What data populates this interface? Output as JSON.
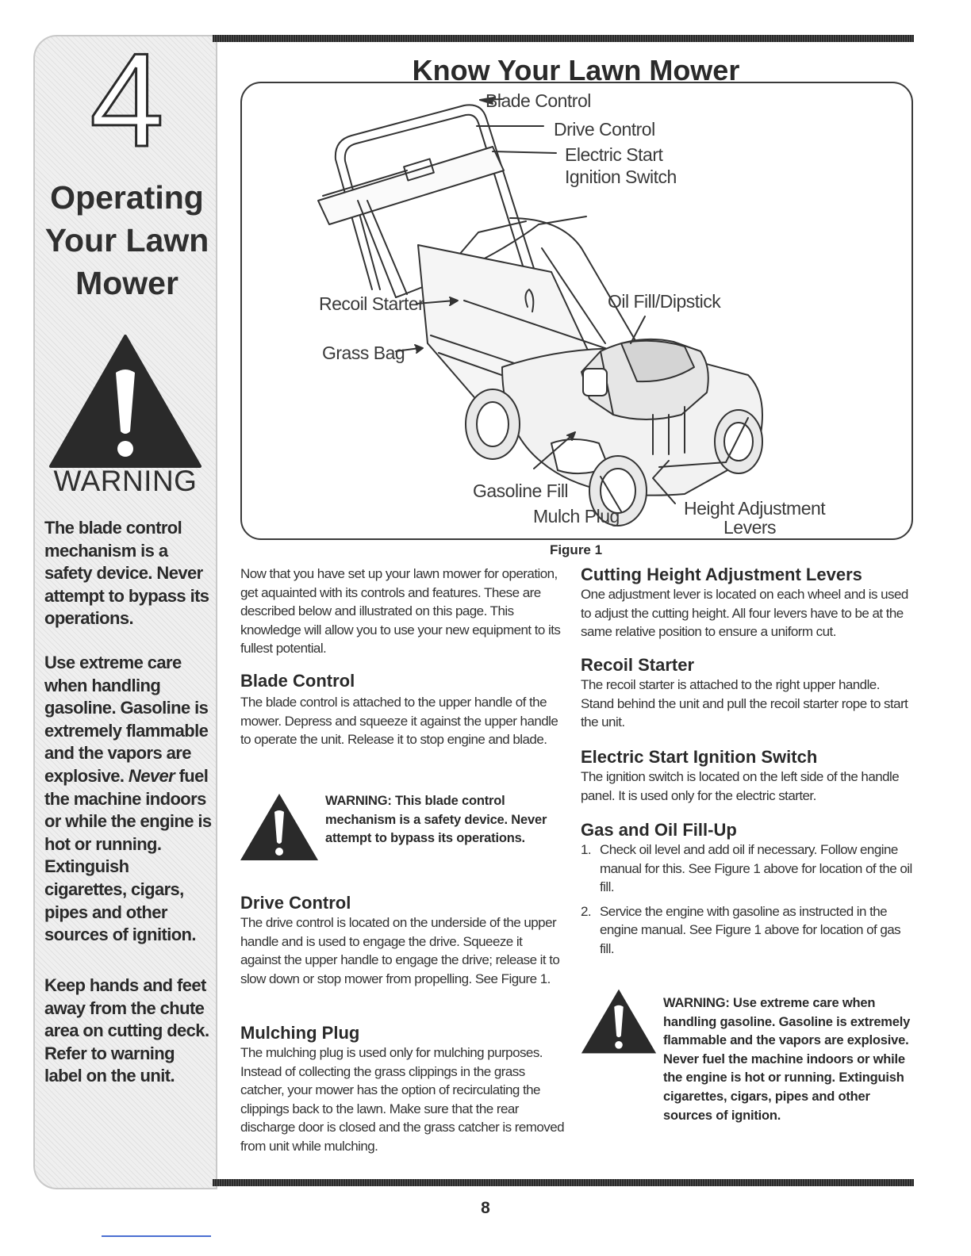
{
  "sidebar": {
    "chapter_number": "4",
    "title_lines": [
      "Operating",
      "Your Lawn",
      "Mower"
    ],
    "warning_heading": "WARNING",
    "para1": "The blade control mechanism is a safety device. Never attempt to bypass its operations.",
    "para2_before": "Use extreme care when handling gasoline. Gasoline is extremely flammable and the vapors are explosive. ",
    "para2_italic": "Never",
    "para2_after": " fuel the machine indoors or while the engine is hot or running. Extinguish cigarettes, cigars, pipes and other sources of ignition.",
    "para3": "Keep hands and feet away from the chute area on cutting deck. Refer to warning label on the unit."
  },
  "main_title": "Know Your Lawn Mower",
  "figure": {
    "caption": "Figure 1",
    "labels": {
      "blade_control": "Blade Control",
      "drive_control": "Drive Control",
      "electric_start_1": "Electric Start",
      "electric_start_2": "Ignition Switch",
      "recoil_starter": "Recoil Starter",
      "oil_fill": "Oil Fill/Dipstick",
      "grass_bag": "Grass Bag",
      "gasoline_fill": "Gasoline Fill",
      "mulch_plug": "Mulch Plug",
      "height_adj_1": "Height Adjustment",
      "height_adj_2": "Levers"
    }
  },
  "left_col": {
    "intro": "Now that you have set up your lawn mower for operation, get aquainted with its controls and features. These are described below and illustrated on this page. This knowledge will allow you to use your new equipment to its fullest potential.",
    "blade_heading": "Blade Control",
    "blade_text": "The blade control is attached to the upper handle of the mower. Depress and squeeze it against the upper handle to operate the unit. Release it to stop engine and blade.",
    "blade_warning": "WARNING: This blade control mechanism is a safety device. Never attempt to bypass its operations.",
    "drive_heading": "Drive Control",
    "drive_text": "The drive control is located on the underside of the upper handle and is used to engage the drive. Squeeze it against the upper handle to engage the drive; release it to slow down or stop mower from propelling. See Figure 1.",
    "mulch_heading": "Mulching Plug",
    "mulch_text": "The mulching plug is used only for mulching purposes. Instead of collecting the grass clippings in the grass catcher, your mower has the option of recirculating the clippings back to the lawn. Make sure that the rear discharge door is closed and the grass catcher is removed from unit while mulching."
  },
  "right_col": {
    "cutting_heading": "Cutting Height Adjustment Levers",
    "cutting_text": "One adjustment lever is located on each wheel and is used to adjust the cutting height. All four levers have to be at the same relative position to ensure a uniform cut.",
    "recoil_heading": "Recoil Starter",
    "recoil_text": "The recoil starter is attached to the right upper handle. Stand behind the unit and pull the recoil starter rope to start the unit.",
    "electric_heading": "Electric Start Ignition Switch",
    "electric_text": "The ignition switch is located on the left side of the handle panel. It is used only for the electric starter.",
    "gas_heading": "Gas and Oil Fill-Up",
    "step1_num": "1.",
    "step1": "Check oil level and add oil if necessary. Follow engine manual for this. See Figure 1 above for location of the oil fill.",
    "step2_num": "2.",
    "step2": "Service the engine with gasoline as instructed in the engine manual.  See Figure 1 above for location of gas fill.",
    "gas_warning": "WARNING: Use extreme care when handling gasoline. Gasoline is extremely flammable and the vapors are explosive. Never fuel the machine indoors or while the engine is hot or running. Extinguish cigarettes, cigars, pipes and other sources of ignition."
  },
  "page_number": "8"
}
